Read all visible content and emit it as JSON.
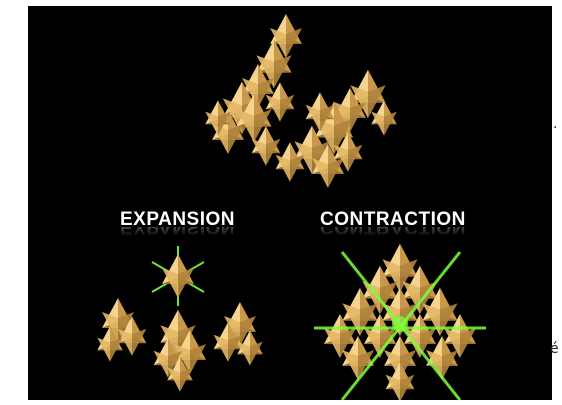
{
  "labels": {
    "expansion": "EXPANSION",
    "contraction": "CONTRACTION"
  },
  "edge_glyphs": {
    "right_top": "·",
    "right_bottom": "é"
  },
  "colors": {
    "background": "#000000",
    "crystal": "#e3b866",
    "crystal_light": "#f4d48e",
    "crystal_dark": "#9c7330",
    "lines": "#7dff3a"
  }
}
